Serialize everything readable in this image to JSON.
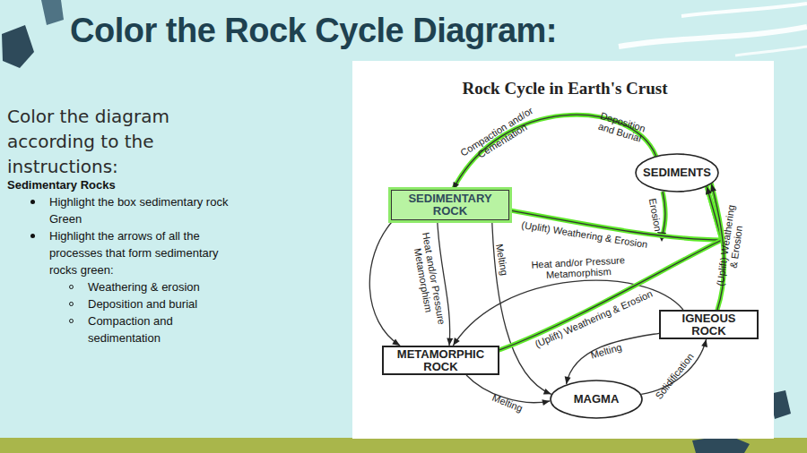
{
  "diagram": {
    "title": "Color the Rock Cycle Diagram:",
    "nodes": [
      {
        "text": [
          "SEDIMENTS"
        ]
      },
      {
        "text": [
          "SEDIMENTARY ROCK"
        ]
      },
      {
        "text": [
          "IGNEOUS ROCK"
        ]
      },
      {
        "text": [
          "METAMORPHIC ROCK"
        ]
      },
      {
        "text": [
          "MAGMA"
        ]
      }
    ],
    "edges": [
      {
        "from": 0,
        "to": 1,
        "label": "Deposition and Burial",
        "arrow": "to"
      },
      {
        "from": 1,
        "to": 0,
        "label": "(Uplift) Weathering & Erosion",
        "arrow": "to"
      },
      {
        "from": 1,
        "to": 3,
        "label": "Heat and/or Pressure Metamorphism",
        "arrow": "to"
      },
      {
        "from": 1,
        "to": 3,
        "arrow": "to"
      },
      {
        "from": 1,
        "to": 4,
        "label": "Melting",
        "arrow": "to"
      },
      {
        "from": 2,
        "to": 3,
        "label": "Heat and/or Pressure Metamorphism",
        "arrow": "to"
      },
      {
        "from": 3,
        "to": 0,
        "label": "(Uplift) Weathering & Erosion",
        "arrow": "to"
      },
      {
        "from": 2,
        "to": 0,
        "label": "(Uplift) Weathering & Erosion",
        "arrow": "to"
      },
      {
        "from": 2,
        "to": 4,
        "label": "Melting",
        "arrow": "to"
      },
      {
        "from": 4,
        "to": 2,
        "label": "Solidification",
        "arrow": "to"
      },
      {
        "from": 3,
        "to": 4,
        "label": "Melting",
        "arrow": "to"
      }
    ],
    "labels": [
      "Rock Cycle in Earth's Crust",
      "Color the diagram according to the instructions:",
      "Sedimentary Rocks",
      "Highlight the box sedimentary rock Green",
      "Highlight the arrows of all the processes that form sedimentary rocks green:",
      "Weathering & erosion",
      "Deposition and burial",
      "Compaction and sedimentation",
      "Compaction and/or Cementation",
      "Erosion"
    ]
  }
}
